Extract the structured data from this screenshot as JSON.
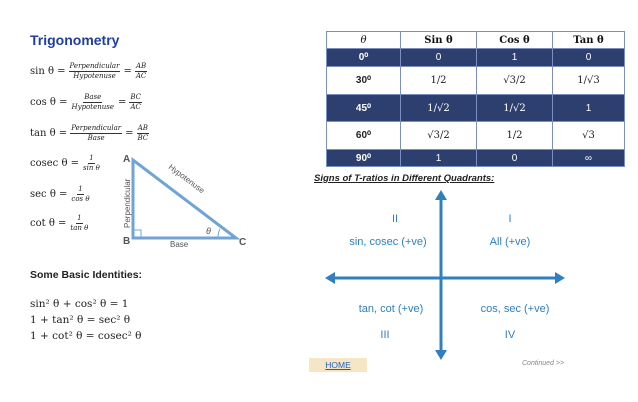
{
  "title": "Trigonometry",
  "formulas": [
    {
      "lhs": "sin θ =",
      "frac1": [
        "Perpendicular",
        "Hypotenuse"
      ],
      "frac2": [
        "AB",
        "AC"
      ]
    },
    {
      "lhs": "cos θ =",
      "frac1": [
        "Base",
        "Hypotenuse"
      ],
      "frac2": [
        "BC",
        "AC"
      ]
    },
    {
      "lhs": "tan θ =",
      "frac1": [
        "Perpendicular",
        "Base"
      ],
      "frac2": [
        "AB",
        "BC"
      ]
    },
    {
      "lhs": "cosec θ =",
      "frac1": [
        "1",
        "sin θ"
      ]
    },
    {
      "lhs": "sec θ =",
      "frac1": [
        "1",
        "cos θ"
      ]
    },
    {
      "lhs": "cot θ =",
      "frac1": [
        "1",
        "tan θ"
      ]
    }
  ],
  "triangle": {
    "a": "A",
    "b": "B",
    "c": "C",
    "perpendicular": "Perpendicular",
    "hypotenuse": "Hypotenuse",
    "base": "Base",
    "theta": "θ"
  },
  "identities": {
    "heading": "Some Basic Identities:",
    "lines": [
      "sin² θ + cos² θ = 1",
      "1 + tan² θ = sec² θ",
      "1 + cot² θ = cosec² θ"
    ]
  },
  "table": {
    "headers": [
      "θ",
      "Sin θ",
      "Cos θ",
      "Tan θ"
    ],
    "rows": [
      [
        "0⁰",
        "0",
        "1",
        "0"
      ],
      [
        "30⁰",
        "1/2",
        "√3/2",
        "1/√3"
      ],
      [
        "45⁰",
        "1/√2",
        "1/√2",
        "1"
      ],
      [
        "60⁰",
        "√3/2",
        "1/2",
        "√3"
      ],
      [
        "90⁰",
        "1",
        "0",
        "∞"
      ]
    ]
  },
  "signs": {
    "title": "Signs of T-ratios in Different Quadrants:",
    "q2": {
      "num": "II",
      "text": "sin, cosec (+ve)"
    },
    "q1": {
      "num": "I",
      "text": "All (+ve)"
    },
    "q3": {
      "num": "III",
      "text": "tan, cot (+ve)"
    },
    "q4": {
      "num": "IV",
      "text": "cos, sec (+ve)"
    }
  },
  "footer": {
    "home": "HOME",
    "continued": "Continued >>"
  },
  "colors": {
    "title": "#1f3fa0",
    "table_dark": "#2d3f6e",
    "axis": "#2f7fc1",
    "triangle": "#6fa4d4"
  }
}
